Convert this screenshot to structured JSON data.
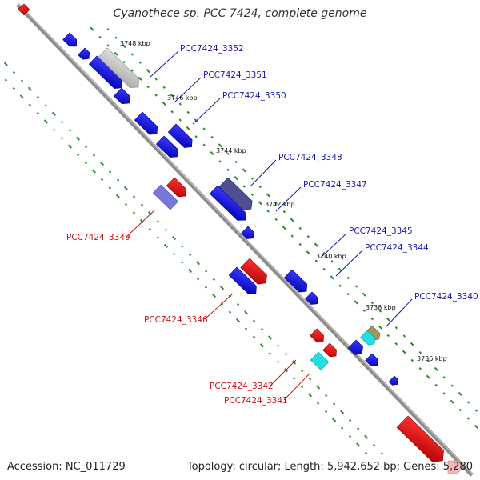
{
  "title": "Cyanothece sp. PCC 7424, complete genome",
  "footer": {
    "accession": "Accession: NC_011729",
    "topology": "Topology: circular; Length: 5,942,652 bp; Genes: 5,280"
  },
  "colors": {
    "forward_blue": "#1111dd",
    "reverse_red": "#ee1111",
    "label_blue": "#1a1aaa",
    "label_red": "#cc1111",
    "grey_gene": "#c8c8c8",
    "periwinkle_gene": "#7878d8",
    "dark_indigo_gene": "#505090",
    "cyan_gene": "#22e0e0",
    "olive_gene": "#a09860",
    "tick_green": "#2a8a2a",
    "backbone": "#888888"
  },
  "kbp_ticks": [
    "3748 kbp",
    "3746 kbp",
    "3744 kbp",
    "3742 kbp",
    "3740 kbp",
    "3738 kbp",
    "3736 kbp"
  ],
  "gene_labels": [
    "PCC7424_3352",
    "PCC7424_3351",
    "PCC7424_3350",
    "PCC7424_3348",
    "PCC7424_3347",
    "PCC7424_3345",
    "PCC7424_3344",
    "PCC7424_3340",
    "PCC7424_3349",
    "PCC7424_3346",
    "PCC7424_3342",
    "PCC7424_3341"
  ]
}
